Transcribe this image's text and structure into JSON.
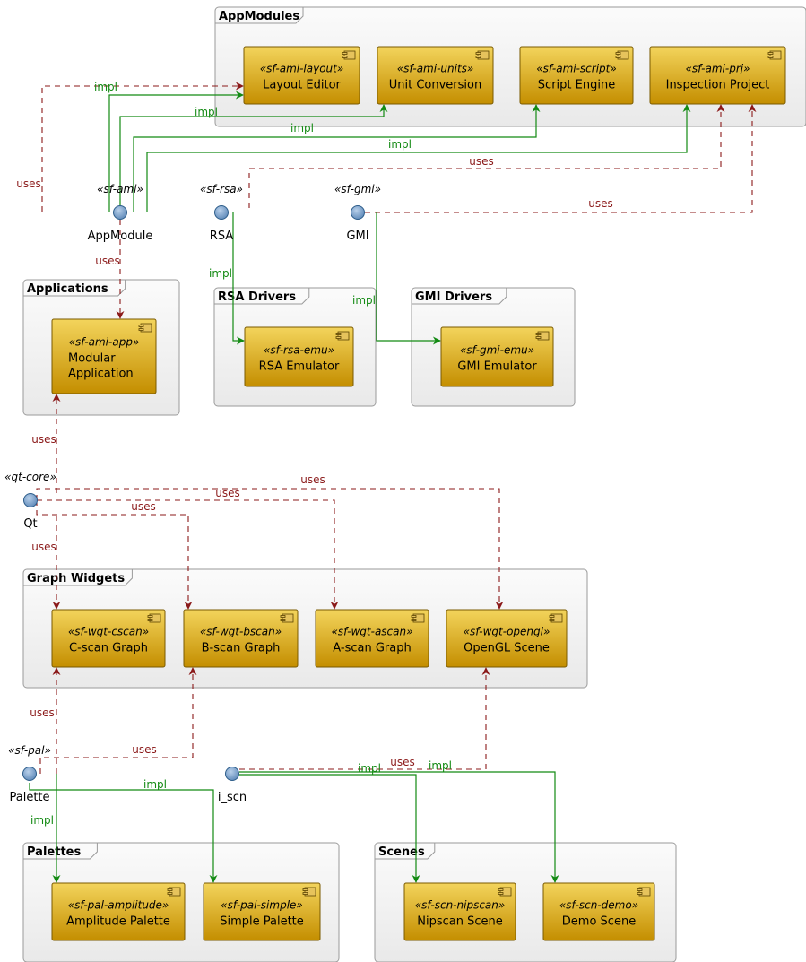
{
  "packages": [
    {
      "id": "appmodules",
      "title": "AppModules"
    },
    {
      "id": "applications",
      "title": "Applications"
    },
    {
      "id": "rsa-drivers",
      "title": "RSA Drivers"
    },
    {
      "id": "gmi-drivers",
      "title": "GMI Drivers"
    },
    {
      "id": "graph-widgets",
      "title": "Graph Widgets"
    },
    {
      "id": "palettes",
      "title": "Palettes"
    },
    {
      "id": "scenes",
      "title": "Scenes"
    }
  ],
  "components": [
    {
      "id": "layout",
      "stereotype": "«sf-ami-layout»",
      "name": [
        "Layout Editor"
      ]
    },
    {
      "id": "units",
      "stereotype": "«sf-ami-units»",
      "name": [
        "Unit Conversion"
      ]
    },
    {
      "id": "script",
      "stereotype": "«sf-ami-script»",
      "name": [
        "Script Engine"
      ]
    },
    {
      "id": "prj",
      "stereotype": "«sf-ami-prj»",
      "name": [
        "Inspection Project"
      ]
    },
    {
      "id": "app",
      "stereotype": "«sf-ami-app»",
      "name": [
        "Modular",
        "Application"
      ]
    },
    {
      "id": "rsa-emu",
      "stereotype": "«sf-rsa-emu»",
      "name": [
        "RSA Emulator"
      ]
    },
    {
      "id": "gmi-emu",
      "stereotype": "«sf-gmi-emu»",
      "name": [
        "GMI Emulator"
      ]
    },
    {
      "id": "cscan",
      "stereotype": "«sf-wgt-cscan»",
      "name": [
        "C-scan Graph"
      ]
    },
    {
      "id": "bscan",
      "stereotype": "«sf-wgt-bscan»",
      "name": [
        "B-scan Graph"
      ]
    },
    {
      "id": "ascan",
      "stereotype": "«sf-wgt-ascan»",
      "name": [
        "A-scan Graph"
      ]
    },
    {
      "id": "opengl",
      "stereotype": "«sf-wgt-opengl»",
      "name": [
        "OpenGL Scene"
      ]
    },
    {
      "id": "pal-amp",
      "stereotype": "«sf-pal-amplitude»",
      "name": [
        "Amplitude Palette"
      ]
    },
    {
      "id": "pal-simple",
      "stereotype": "«sf-pal-simple»",
      "name": [
        "Simple Palette"
      ]
    },
    {
      "id": "nipscan",
      "stereotype": "«sf-scn-nipscan»",
      "name": [
        "Nipscan Scene"
      ]
    },
    {
      "id": "demo",
      "stereotype": "«sf-scn-demo»",
      "name": [
        "Demo Scene"
      ]
    }
  ],
  "interfaces": [
    {
      "id": "appmodule",
      "stereotype": "«sf-ami»",
      "name": "AppModule"
    },
    {
      "id": "rsa",
      "stereotype": "«sf-rsa»",
      "name": "RSA"
    },
    {
      "id": "gmi",
      "stereotype": "«sf-gmi»",
      "name": "GMI"
    },
    {
      "id": "qt",
      "stereotype": "«qt-core»",
      "name": "Qt"
    },
    {
      "id": "palette",
      "stereotype": "«sf-pal»",
      "name": "Palette"
    },
    {
      "id": "iscn",
      "stereotype": "",
      "name": "i_scn"
    }
  ],
  "edge_labels": {
    "impl": "impl",
    "uses": "uses"
  },
  "colors": {
    "impl": "#138a13",
    "uses": "#8b1a1a",
    "component_top": "#f3d45c",
    "component_bottom": "#c48e00",
    "interface": "#7fa6cf"
  }
}
